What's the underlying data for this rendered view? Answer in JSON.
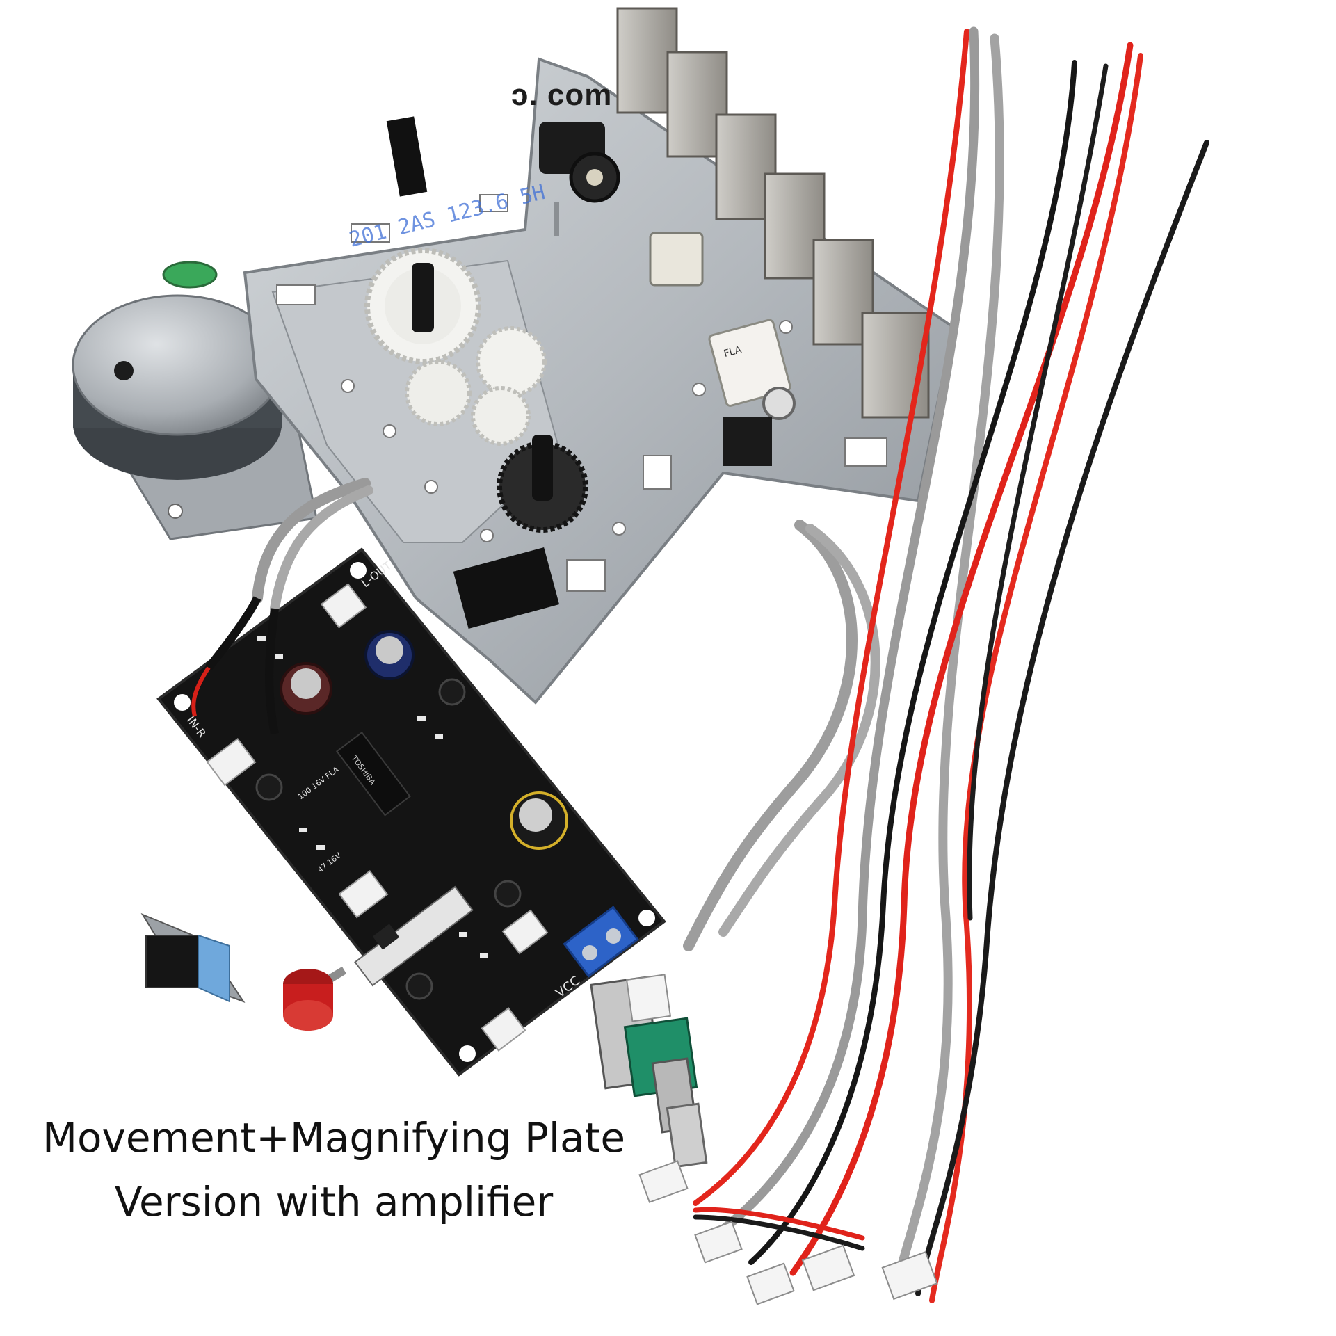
{
  "watermark": {
    "text": "ɔ. com"
  },
  "caption": {
    "line1": "Movement+Magnifying Plate",
    "line2": "Version with amplifier"
  },
  "board_markings": {
    "top": "L-OUT",
    "left": "IN-R",
    "power": "VCC",
    "cap1": "100 16V FLA",
    "cap2": "47 16V"
  },
  "chip_marking": "TOSHIBA",
  "colors": {
    "background": "#ffffff",
    "metal": "#b9bec3",
    "pcb": "#141414",
    "wire_red": "#e0231b",
    "wire_black": "#1a1a1a",
    "wire_gray": "#9a9a9a",
    "terminal_blue": "#2d63c8",
    "knob_red": "#c81e1e",
    "pot_green": "#1f8f68"
  }
}
